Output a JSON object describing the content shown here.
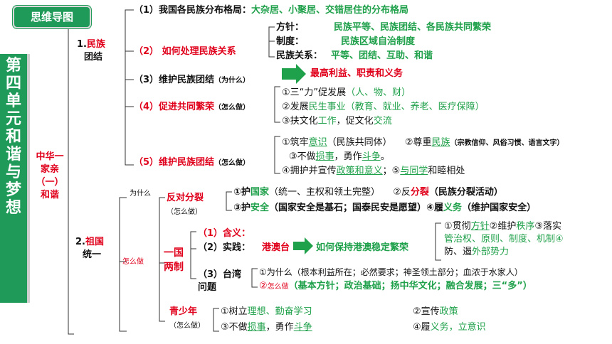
{
  "tag": "思维导图",
  "unit_title": "第四单元 和谐与梦想",
  "lesson": {
    "line1": "中华一",
    "line2": "家亲",
    "line3": "（一）",
    "line4": "和谐"
  },
  "section1": {
    "label_num": "1.",
    "label_a": "民族",
    "label_b": "团结",
    "item1_label": "（1）我国各民族分布格局：",
    "item1_value": "大杂居、小聚居、交错居住的分布格局",
    "item2_label": "（2）  如何处理民族关系",
    "policy_label": "方针：",
    "policy_value": "民族平等、民族团结、各民族共同繁荣",
    "system_label": "制度：",
    "system_value": "民族区域自治制度",
    "relation_label": "民族关系：",
    "relation_value": "平等、团结、互助、和谐",
    "item3_label": "（3）维护民族团结",
    "item3_hint": "（为什么）",
    "item3_value": "最高利益、职责和义务",
    "item4_label": "（4）促进共同繁荣",
    "item4_hint": "（怎么做）",
    "item4_line1_a": "①三“力”促发展",
    "item4_line1_b": "（人、物、财）",
    "item4_line2_a": "②发展",
    "item4_line2_b": "民生事业（教育、就业、养老、医疗保障）",
    "item4_line3_a": "③扶文化",
    "item4_line3_b": "工作",
    "item4_line3_c": "，促文化",
    "item4_line3_d": "交流",
    "item5_label": "（5）维护民族团结",
    "item5_hint": "（怎么做）",
    "item5_line1_a": "①筑牢",
    "item5_line1_b": "意识",
    "item5_line1_c": "（民族共同体）",
    "item5_line1_d": "②尊重",
    "item5_line1_e": "民族",
    "item5_line1_f": "（宗教信仰、风俗习惯、语言文字）",
    "item5_line2_a": "③不做",
    "item5_line2_b": "损事",
    "item5_line2_c": "，勇作",
    "item5_line2_d": "斗争",
    "item5_line2_e": "。",
    "item5_line3_a": "④拥护并宣传",
    "item5_line3_b": "政策和意义",
    "item5_line3_c": "；⑤",
    "item5_line3_d": "与同学",
    "item5_line3_e": "和睦相处"
  },
  "section2": {
    "label_num": "2.",
    "label_a": "祖国",
    "label_b": "统一",
    "why": "为什么",
    "how": "怎么做",
    "oppose": "反对分裂",
    "oppose_hint": "（怎么做）",
    "oppose_line1_a": "①护",
    "oppose_line1_b": "国家",
    "oppose_line1_c": "（统一、主权和领土完整）",
    "oppose_line1_d": "②反",
    "oppose_line1_e": "分裂",
    "oppose_line1_f": "（民族分裂活动）",
    "oppose_line2_a": "③护",
    "oppose_line2_b": "安全",
    "oppose_line2_c": "（国家安全是基石；国泰民安是愿望）④履",
    "oppose_line2_d": "义务",
    "oppose_line2_e": "（维护国家安全）",
    "ocs_a": "一国",
    "ocs_b": "两制",
    "ocs_meaning": "（1）含义：",
    "ocs_practice": "（2）实践：",
    "ocs_practice_value": "港澳台",
    "ocs_practice_result": "如何保持港澳稳定繁荣",
    "ocs_keep_line1_a": "①贯彻",
    "ocs_keep_line1_b": "方针",
    "ocs_keep_line1_c": "②维护",
    "ocs_keep_line1_d": "秩序",
    "ocs_keep_line1_e": "③落实",
    "ocs_keep_line2": "管治权、原则、制度、机制④",
    "ocs_keep_line3_a": "防、遏",
    "ocs_keep_line3_b": "外部势力",
    "taiwan_a": "（3）台湾",
    "taiwan_b": "问题",
    "taiwan_why": "①为什么（根本利益所在；必然要求；神圣领土部分；血浓于水家人）",
    "taiwan_how_a": "②",
    "taiwan_how_b": "怎么做",
    "taiwan_how_c": "（基本方针；政治基础；扬中华文化；融合发展；三“多”）",
    "youth": "青少年",
    "youth_hint": "（怎么做）",
    "youth_1a": "①树立",
    "youth_1b": "理想、勤奋学习",
    "youth_2a": "②宣传",
    "youth_2b": "政策",
    "youth_3a": "③不做",
    "youth_3b": "损事",
    "youth_3c": "，勇作",
    "youth_3d": "斗争",
    "youth_4a": "④履",
    "youth_4b": "义务，立",
    "youth_4c": "意识"
  },
  "colors": {
    "green": "#1fa04a",
    "red": "#e0001b",
    "panel": "#1f9a59"
  }
}
